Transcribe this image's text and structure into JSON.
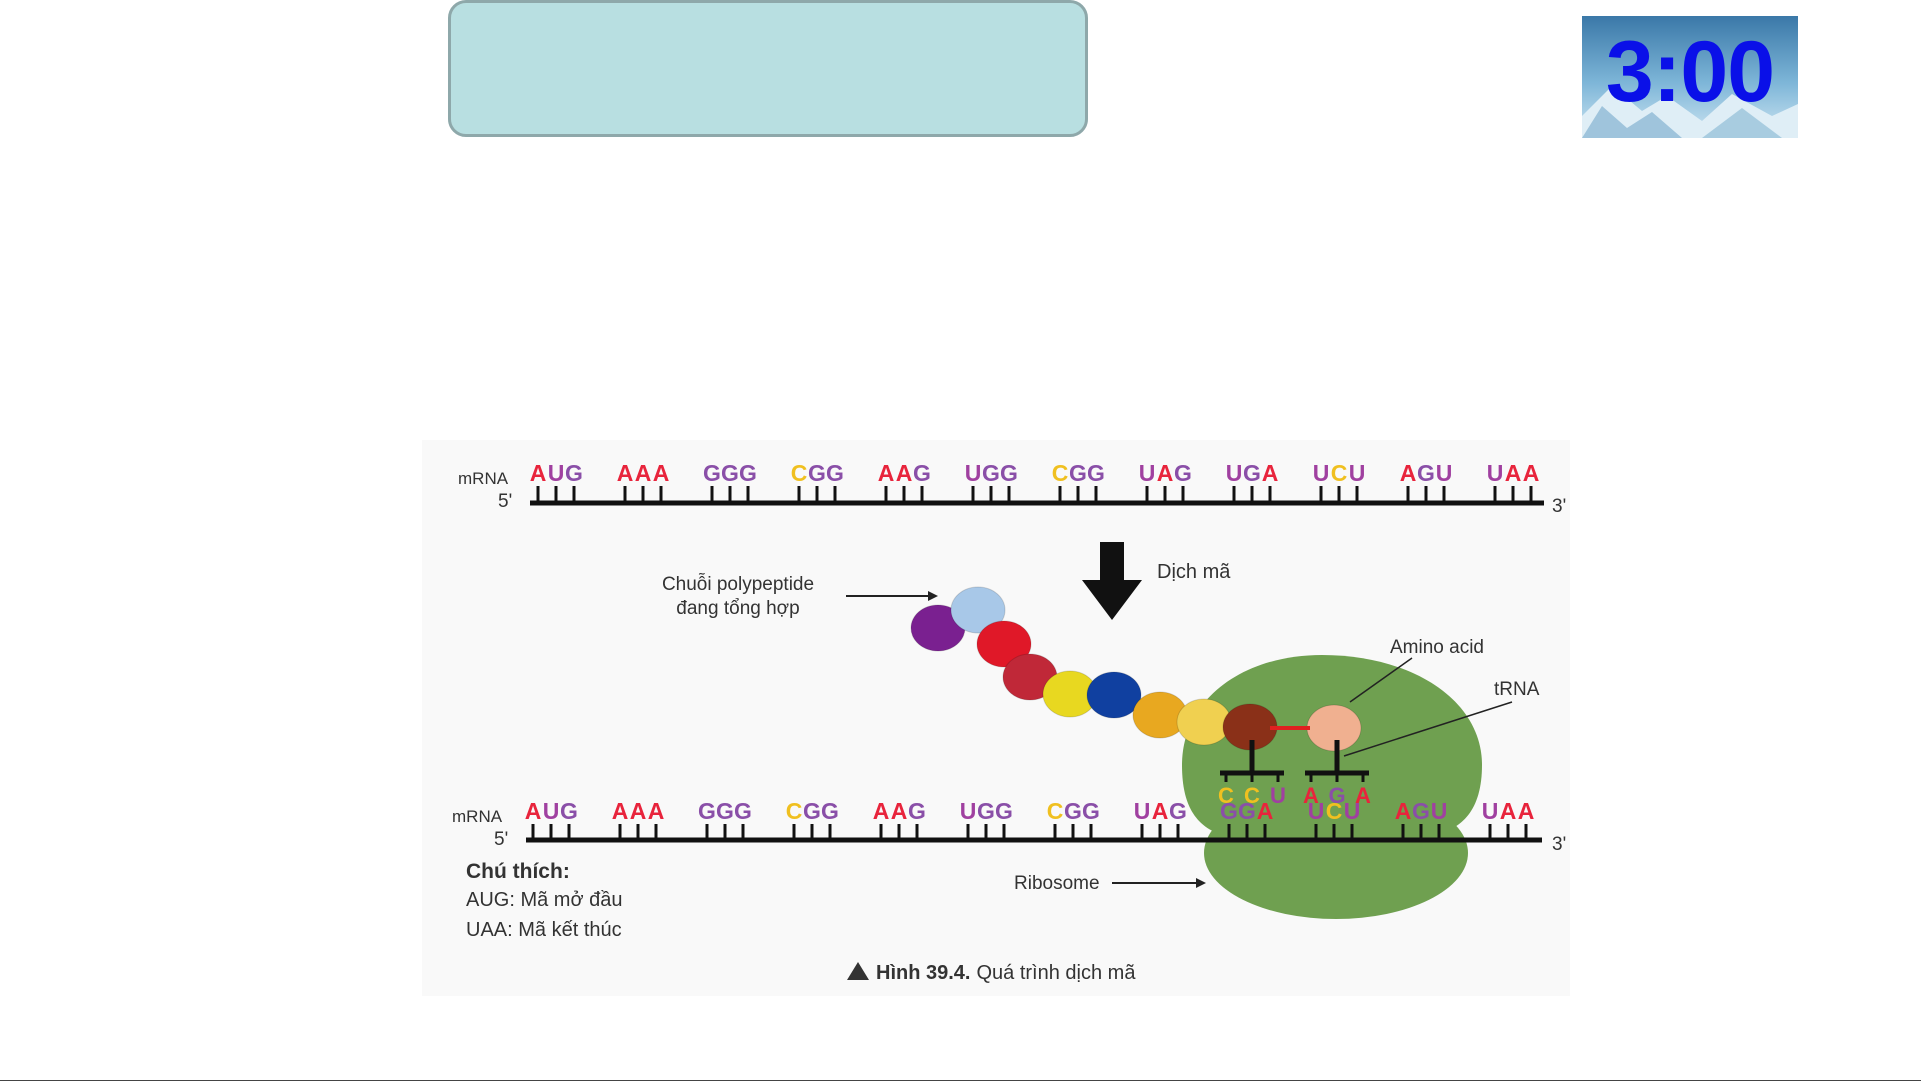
{
  "timer": {
    "text": "3:00",
    "color": "#0a10e8"
  },
  "title_box": {
    "text": "",
    "fill": "#b8dfe1"
  },
  "figure": {
    "mrna_label": "mRNA",
    "five_prime": "5'",
    "three_prime": "3'",
    "top_codons": [
      [
        "A",
        "U",
        "G"
      ],
      [
        "A",
        "A",
        "A"
      ],
      [
        "G",
        "G",
        "G"
      ],
      [
        "C",
        "G",
        "G"
      ],
      [
        "A",
        "A",
        "G"
      ],
      [
        "U",
        "G",
        "G"
      ],
      [
        "C",
        "G",
        "G"
      ],
      [
        "U",
        "A",
        "G"
      ],
      [
        "U",
        "G",
        "A"
      ],
      [
        "U",
        "C",
        "U"
      ],
      [
        "A",
        "G",
        "U"
      ],
      [
        "U",
        "A",
        "A"
      ]
    ],
    "bottom_codons": [
      [
        "A",
        "U",
        "G"
      ],
      [
        "A",
        "A",
        "A"
      ],
      [
        "G",
        "G",
        "G"
      ],
      [
        "C",
        "G",
        "G"
      ],
      [
        "A",
        "A",
        "G"
      ],
      [
        "U",
        "G",
        "G"
      ],
      [
        "C",
        "G",
        "G"
      ],
      [
        "U",
        "A",
        "G"
      ],
      [
        "G",
        "G",
        "A"
      ],
      [
        "U",
        "C",
        "U"
      ],
      [
        "A",
        "G",
        "U"
      ],
      [
        "U",
        "A",
        "A"
      ]
    ],
    "anticodons": [
      [
        "C",
        "C",
        "U"
      ],
      [
        "A",
        "G",
        "A"
      ]
    ],
    "nucleotide_colors": {
      "A": "#e8243c",
      "U": "#a040a0",
      "G": "#8a4fa8",
      "C": "#f0c020"
    },
    "translation_label": "Dịch mã",
    "polypeptide_label_line1": "Chuỗi polypeptide",
    "polypeptide_label_line2": "đang tổng hợp",
    "amino_acid_label": "Amino acid",
    "trna_label": "tRNA",
    "ribosome_label": "Ribosome",
    "legend_title": "Chú thích:",
    "legend_line1": "AUG: Mã mở đầu",
    "legend_line2": "UAA: Mã kết thúc",
    "caption_bold": "Hình 39.4.",
    "caption_text": "Quá trình dịch mã",
    "bead_colors": [
      "#7a2090",
      "#a8c8e8",
      "#e01828",
      "#c02838",
      "#e8d820",
      "#1040a0",
      "#e8a820",
      "#f0d050",
      "#8a3018",
      "#f0b090"
    ],
    "ribosome_color": "#6fa050"
  }
}
